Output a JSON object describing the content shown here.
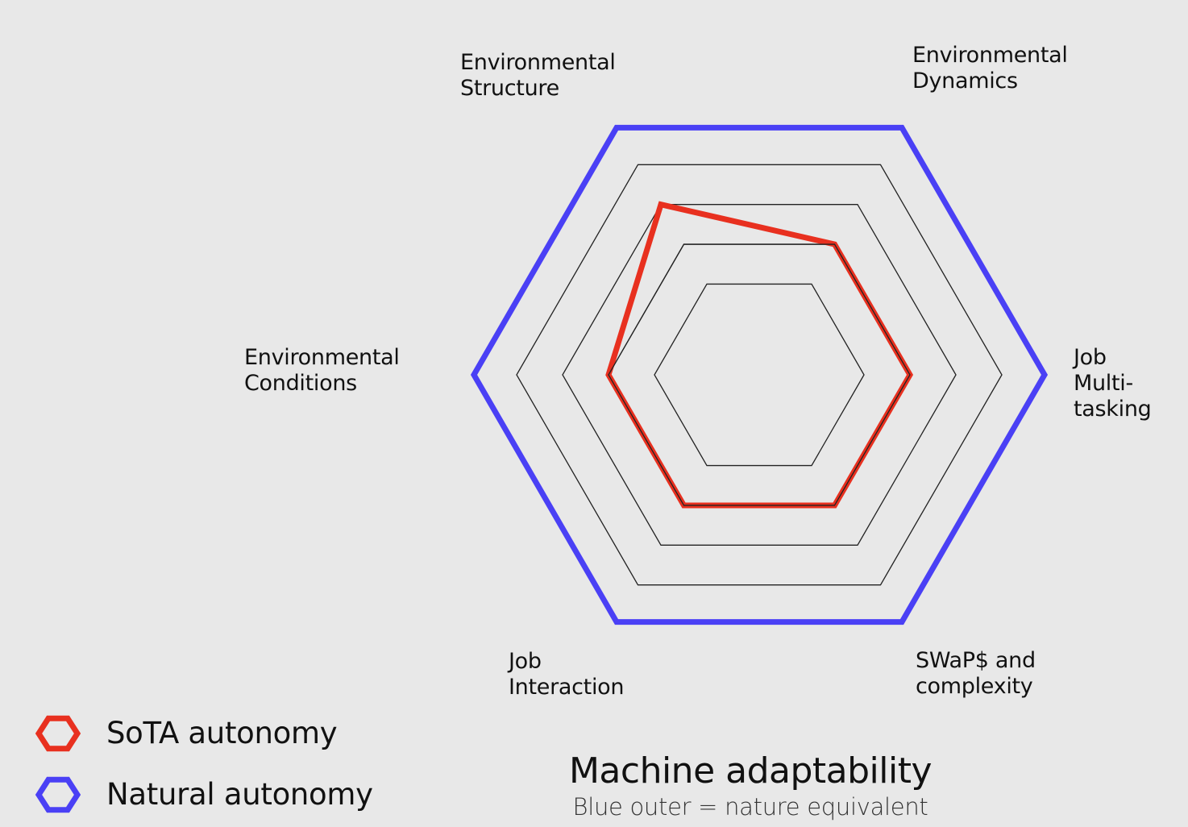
{
  "chart_data": {
    "type": "radar",
    "title": "Machine adaptability",
    "subtitle": "Blue outer = nature equivalent",
    "axes": [
      "Job\nMulti-\ntasking",
      "SWaP$ and\ncomplexity",
      "Job\nInteraction",
      "Environmental\nConditions",
      "Environmental\nStructure",
      "Environmental\nDynamics"
    ],
    "scale": {
      "min": 0,
      "max": 5,
      "grid_levels": [
        1,
        2,
        3,
        4
      ]
    },
    "series": [
      {
        "name": "SoTA autonomy",
        "color": "#e8301f",
        "values": [
          2,
          2,
          2,
          2,
          3,
          2
        ]
      },
      {
        "name": "Natural autonomy",
        "color": "#4a40f5",
        "values": [
          5,
          5,
          5,
          5,
          5,
          5
        ]
      }
    ],
    "legend_position": "bottom-left",
    "grid": true
  }
}
